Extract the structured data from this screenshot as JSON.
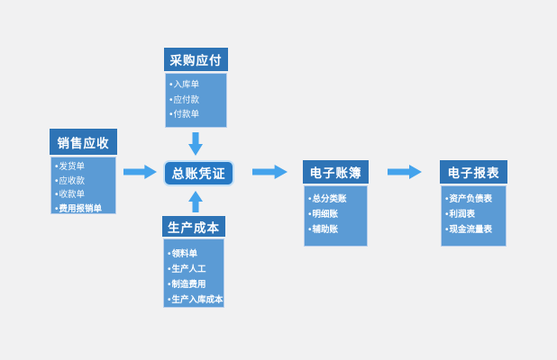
{
  "icons": {
    "bullet": "•"
  },
  "colors": {
    "background": "#f1f1f2",
    "header_blue": "#2e74b6",
    "body_blue": "#5b9bd5",
    "body_border": "#b9cfec",
    "node_blue": "#2779c4",
    "node_ring": "#c3e0f7",
    "arrow_blue": "#44a3ec",
    "text": "#ffffff"
  },
  "diagram": {
    "center_node": {
      "label": "总账凭证"
    },
    "boxes": [
      {
        "id": "sales-receivable",
        "title": "销售应收",
        "items": [
          {
            "text": "发货单",
            "bold": false
          },
          {
            "text": "应收款",
            "bold": false
          },
          {
            "text": "收款单",
            "bold": false
          },
          {
            "text": "费用报销单",
            "bold": true
          }
        ]
      },
      {
        "id": "purchase-payable",
        "title": "采购应付",
        "items": [
          {
            "text": "入库单",
            "bold": false
          },
          {
            "text": "应付款",
            "bold": false
          },
          {
            "text": "付款单",
            "bold": false
          }
        ]
      },
      {
        "id": "production-cost",
        "title": "生产成本",
        "items": [
          {
            "text": "领料单",
            "bold": true
          },
          {
            "text": "生产人工",
            "bold": true
          },
          {
            "text": "制造费用",
            "bold": true
          },
          {
            "text": "生产入库成本",
            "bold": true
          }
        ]
      },
      {
        "id": "electronic-ledger",
        "title": "电子账簿",
        "items": [
          {
            "text": "总分类账",
            "bold": true
          },
          {
            "text": "明细账",
            "bold": true
          },
          {
            "text": "辅助账",
            "bold": true
          }
        ]
      },
      {
        "id": "electronic-report",
        "title": "电子报表",
        "items": [
          {
            "text": "资产负债表",
            "bold": true
          },
          {
            "text": "利润表",
            "bold": true
          },
          {
            "text": "现金流量表",
            "bold": true
          }
        ]
      }
    ],
    "arrows": [
      {
        "from": "sales-receivable",
        "to": "general-ledger-voucher",
        "direction": "right"
      },
      {
        "from": "purchase-payable",
        "to": "general-ledger-voucher",
        "direction": "down"
      },
      {
        "from": "production-cost",
        "to": "general-ledger-voucher",
        "direction": "up"
      },
      {
        "from": "general-ledger-voucher",
        "to": "electronic-ledger",
        "direction": "right"
      },
      {
        "from": "electronic-ledger",
        "to": "electronic-report",
        "direction": "right"
      }
    ]
  }
}
